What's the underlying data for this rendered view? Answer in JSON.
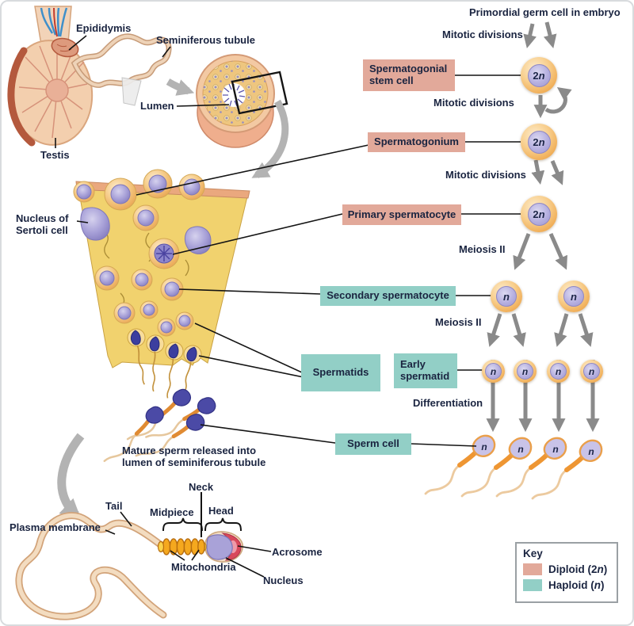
{
  "flow": {
    "primordial": "Primordial germ cell in embryo",
    "mitotic_1": "Mitotic divisions",
    "mitotic_2": "Mitotic divisions",
    "mitotic_3": "Mitotic divisions",
    "meiosis_1": "Meiosis II",
    "meiosis_2": "Meiosis II",
    "differentiation": "Differentiation"
  },
  "boxes": {
    "spermatogonial": "Spermatogonial stem cell",
    "spermatogonium": "Spermatogonium",
    "primary": "Primary spermatocyte",
    "secondary": "Secondary spermatocyte",
    "spermatids": "Spermatids",
    "early": "Early spermatid",
    "sperm_cell": "Sperm cell"
  },
  "ploidy": {
    "two": "2",
    "n": "n"
  },
  "anatomy": {
    "epididymis": "Epididymis",
    "seminiferous_tubule": "Seminiferous tubule",
    "testis": "Testis",
    "lumen": "Lumen",
    "sertoli": "Nucleus of Sertoli cell",
    "mature_sperm": "Mature sperm released into lumen of seminiferous tubule"
  },
  "sperm_parts": {
    "neck": "Neck",
    "tail": "Tail",
    "midpiece": "Midpiece",
    "head": "Head",
    "plasma_membrane": "Plasma membrane",
    "mitochondria": "Mitochondria",
    "acrosome": "Acrosome",
    "nucleus": "Nucleus"
  },
  "key": {
    "title": "Key",
    "diploid_pre": "Diploid (2",
    "haploid_pre": "Haploid (",
    "n": "n",
    "paren_close": ")",
    "diploid_color": "#e2a99a",
    "haploid_color": "#92cfc6"
  },
  "palette": {
    "arrow_gray": "#8a8a8a",
    "thick_arrow_gray": "#b3b3b3",
    "text_navy": "#1a2440",
    "cell_orange": "#f0ae58",
    "nucleus_lavender": "#b6b0e0",
    "wedge_yellow": "#f1d26e"
  }
}
